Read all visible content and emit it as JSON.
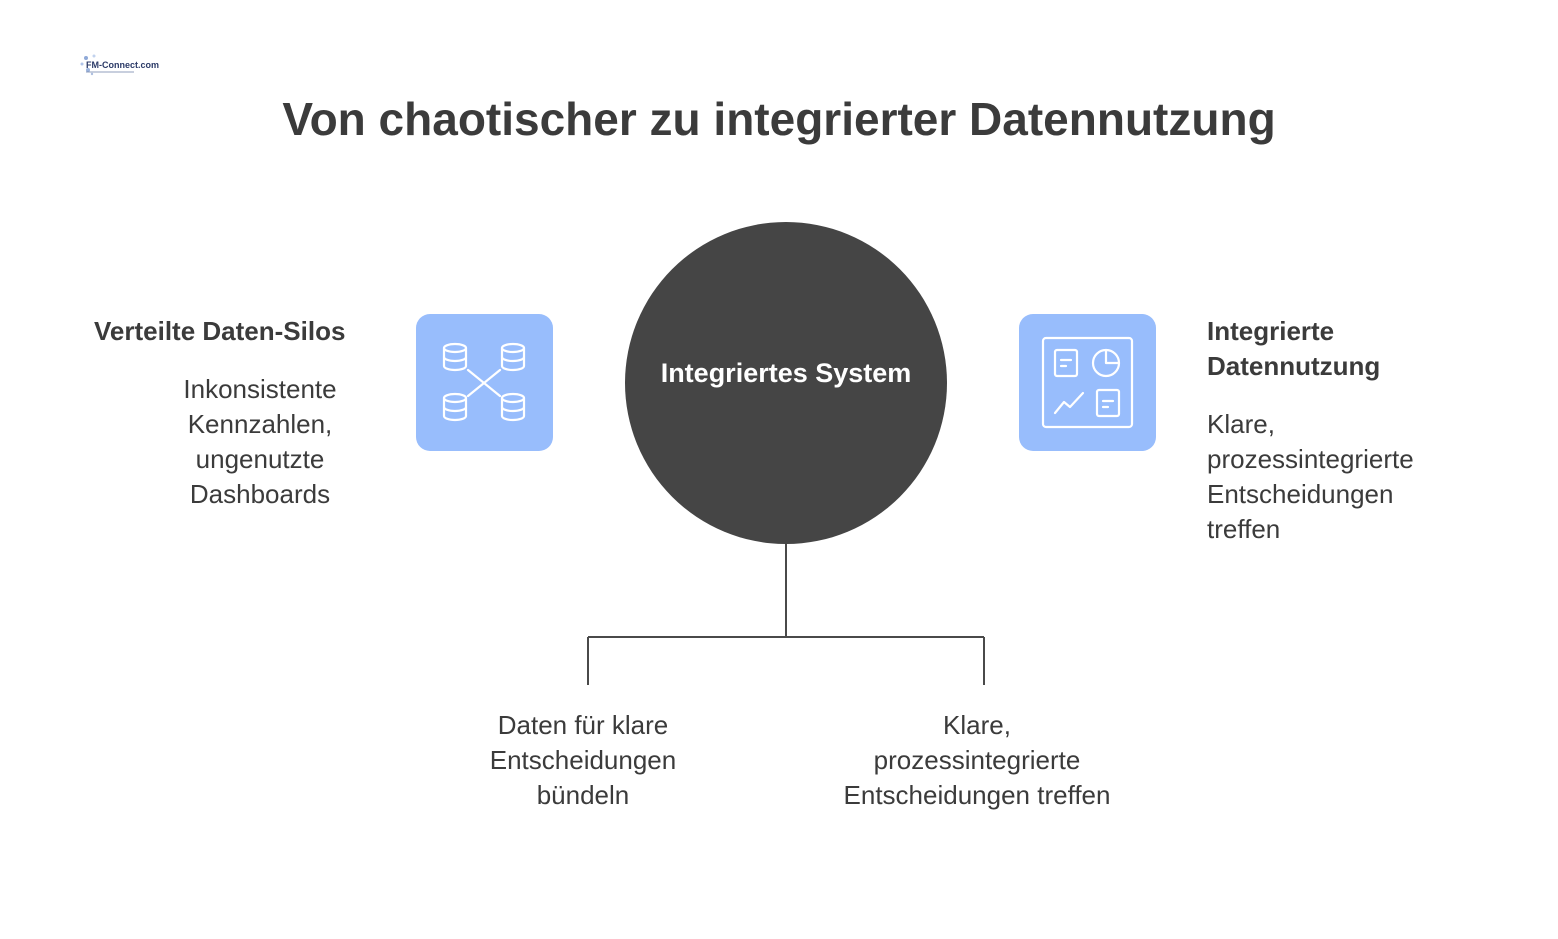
{
  "logo": {
    "text": "FM-Connect.com"
  },
  "title": "Von chaotischer zu integrierter Datennutzung",
  "center": {
    "label": "Integriertes System"
  },
  "left": {
    "icon": "database-network-icon",
    "heading": "Verteilte Daten-Silos",
    "body": "Inkonsistente Kennzahlen, ungenutzte Dashboards"
  },
  "right": {
    "icon": "dashboard-icon",
    "heading": "Integrierte Datennutzung",
    "body": "Klare, prozessintegrierte Entscheidungen treffen"
  },
  "branches": [
    {
      "text": "Daten für klare Entscheidungen bündeln"
    },
    {
      "text": "Klare, prozessintegrierte Entscheidungen treffen"
    }
  ],
  "colors": {
    "circle": "#454545",
    "icon_box": "#98bdfc",
    "icon_stroke": "#ffffff",
    "connector": "#4a4a4a",
    "text": "#3b3b3b"
  }
}
